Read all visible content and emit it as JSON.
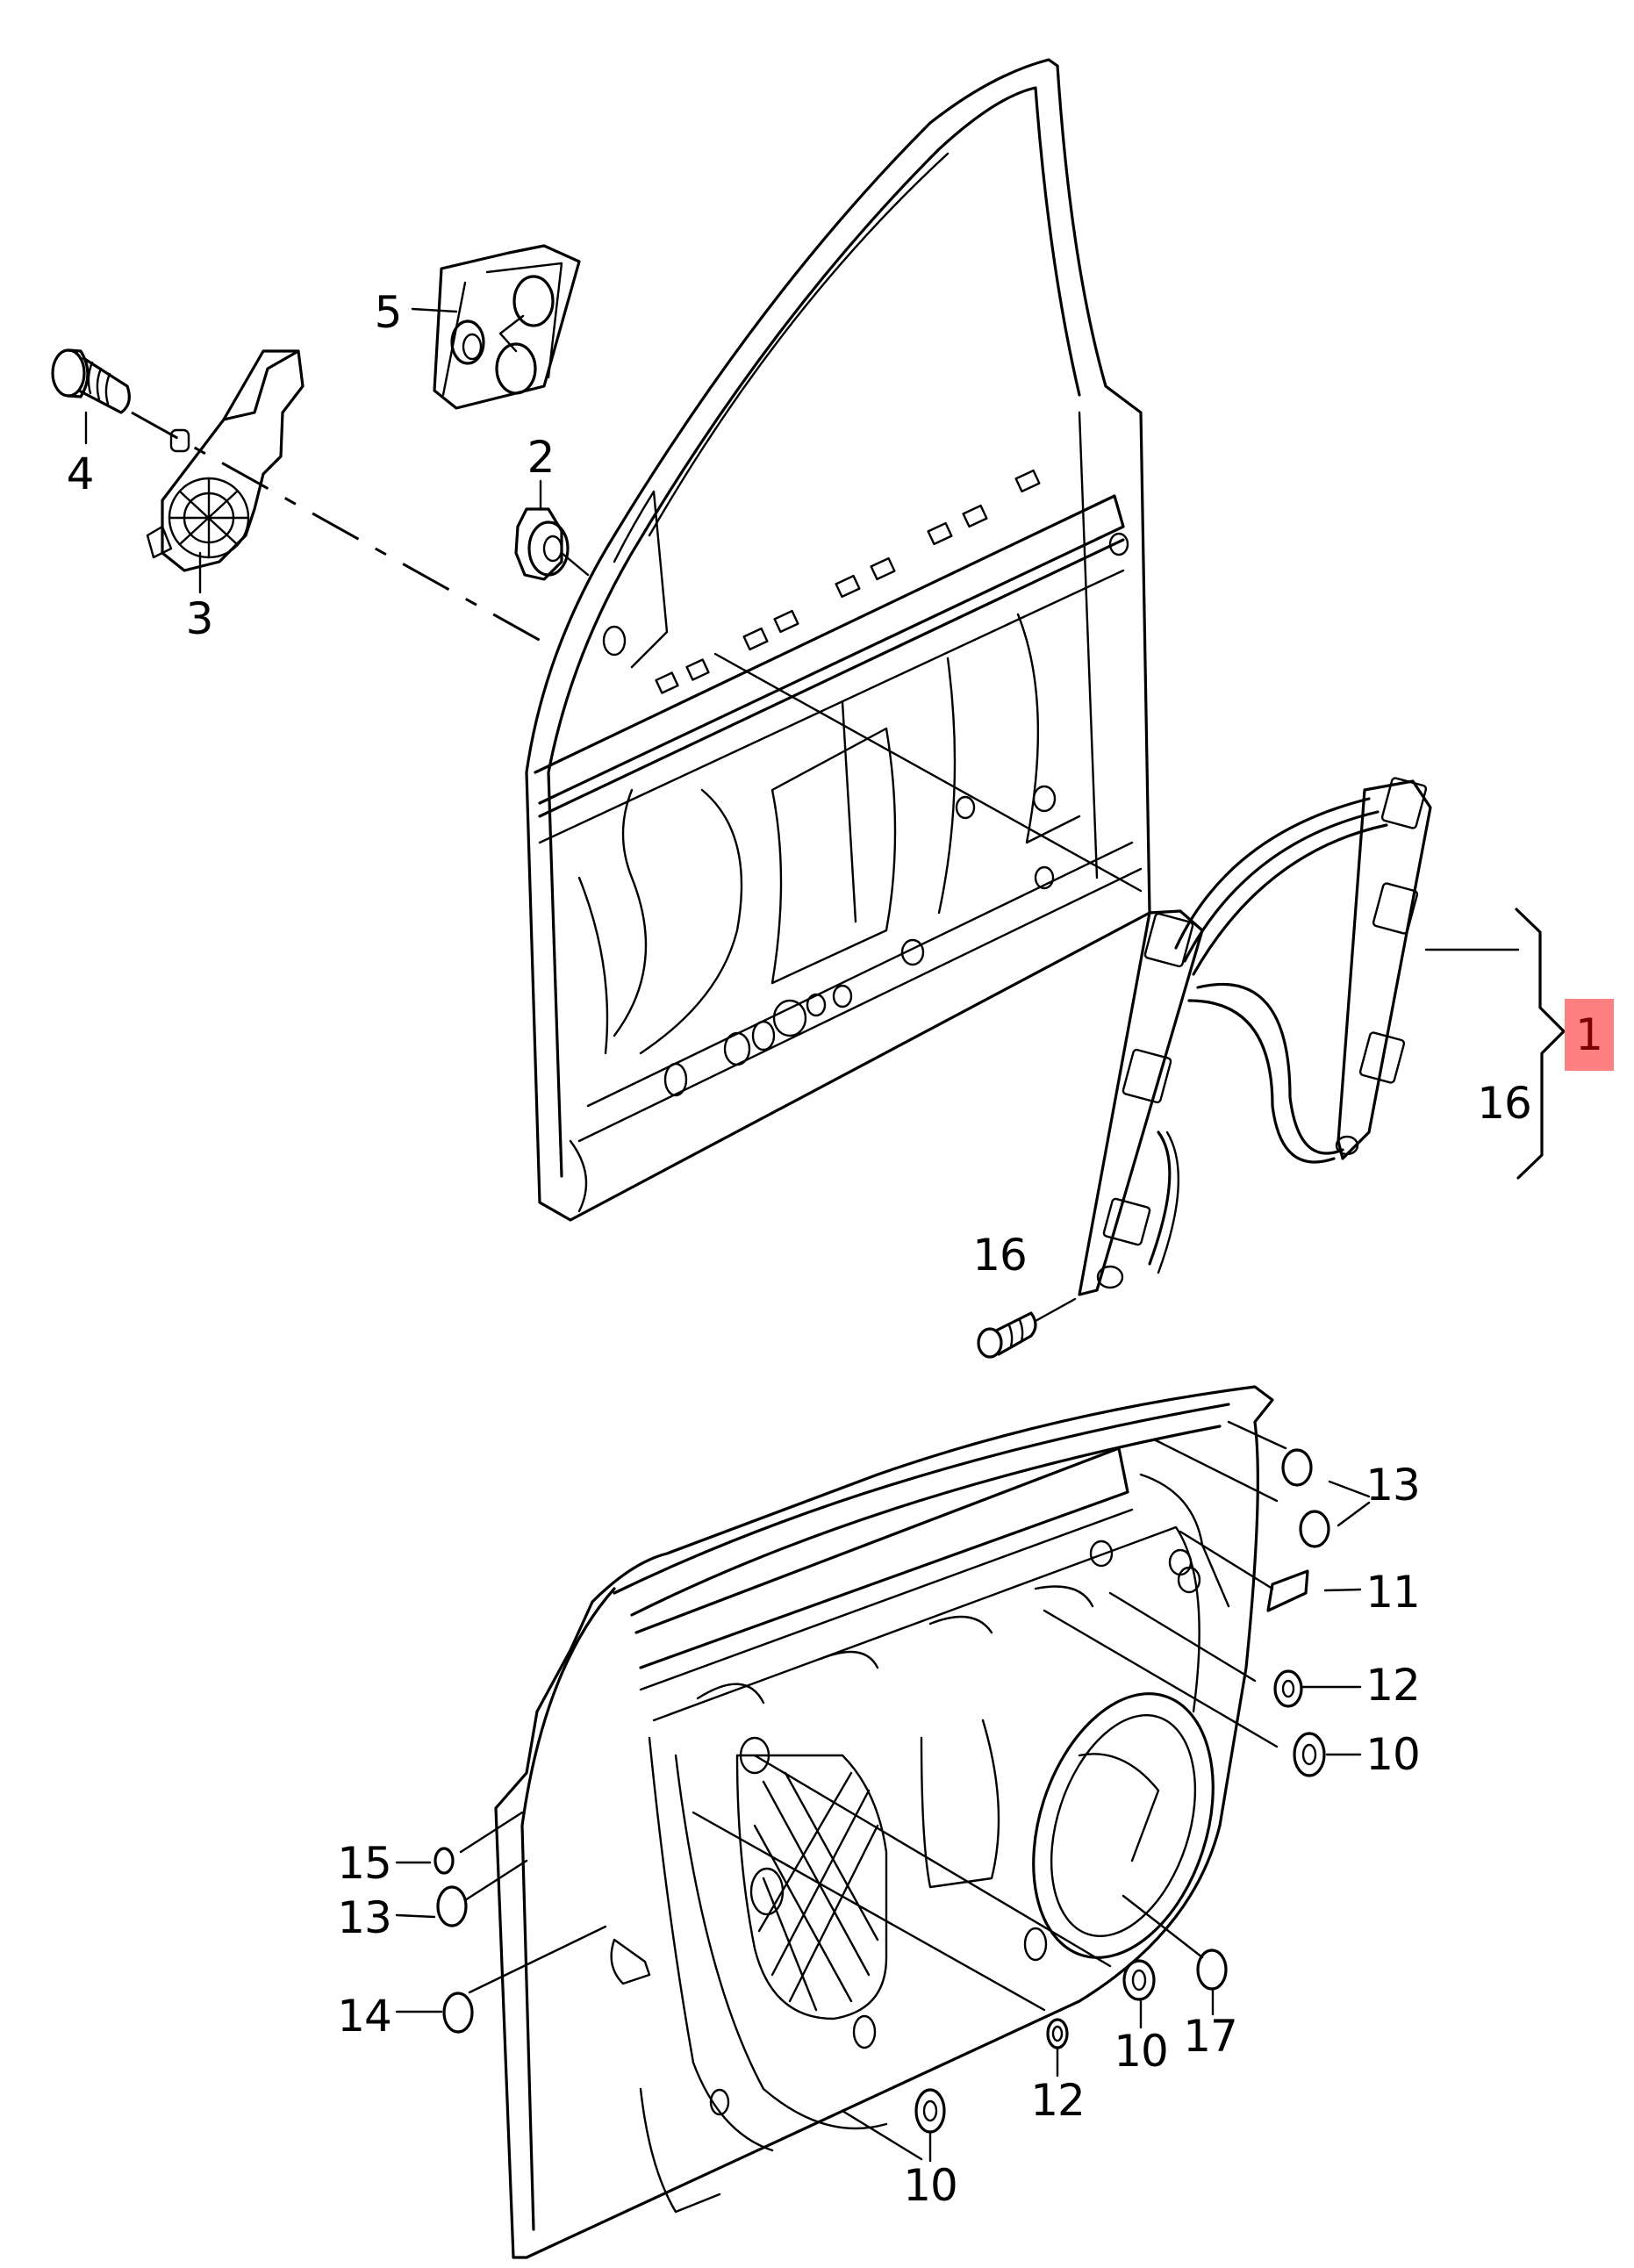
{
  "diagram": {
    "title": "Front door window regulator — exploded parts diagram",
    "callouts": [
      {
        "id": "c1",
        "label": "1",
        "highlighted": true,
        "highlight_color": "#ff8080",
        "text_color": "#7a0000",
        "part": "window regulator assembly"
      },
      {
        "id": "c16a",
        "label": "16",
        "part": "bolt (included in assembly bracket)"
      },
      {
        "id": "c16b",
        "label": "16",
        "part": "bolt"
      },
      {
        "id": "c2",
        "label": "2",
        "part": "nut"
      },
      {
        "id": "c3",
        "label": "3",
        "part": "window regulator motor"
      },
      {
        "id": "c4",
        "label": "4",
        "part": "bolt"
      },
      {
        "id": "c5",
        "label": "5",
        "part": "seal pad"
      },
      {
        "id": "c13a",
        "label": "13",
        "part": "plug (pair)"
      },
      {
        "id": "c11",
        "label": "11",
        "part": "adhesive patch"
      },
      {
        "id": "c12a",
        "label": "12",
        "part": "plug"
      },
      {
        "id": "c10a",
        "label": "10",
        "part": "plug"
      },
      {
        "id": "c15",
        "label": "15",
        "part": "plug"
      },
      {
        "id": "c13b",
        "label": "13",
        "part": "plug"
      },
      {
        "id": "c14",
        "label": "14",
        "part": "plug"
      },
      {
        "id": "c10b",
        "label": "10",
        "part": "plug"
      },
      {
        "id": "c17",
        "label": "17",
        "part": "cap"
      },
      {
        "id": "c12b",
        "label": "12",
        "part": "plug"
      },
      {
        "id": "c10c",
        "label": "10",
        "part": "plug"
      }
    ]
  }
}
